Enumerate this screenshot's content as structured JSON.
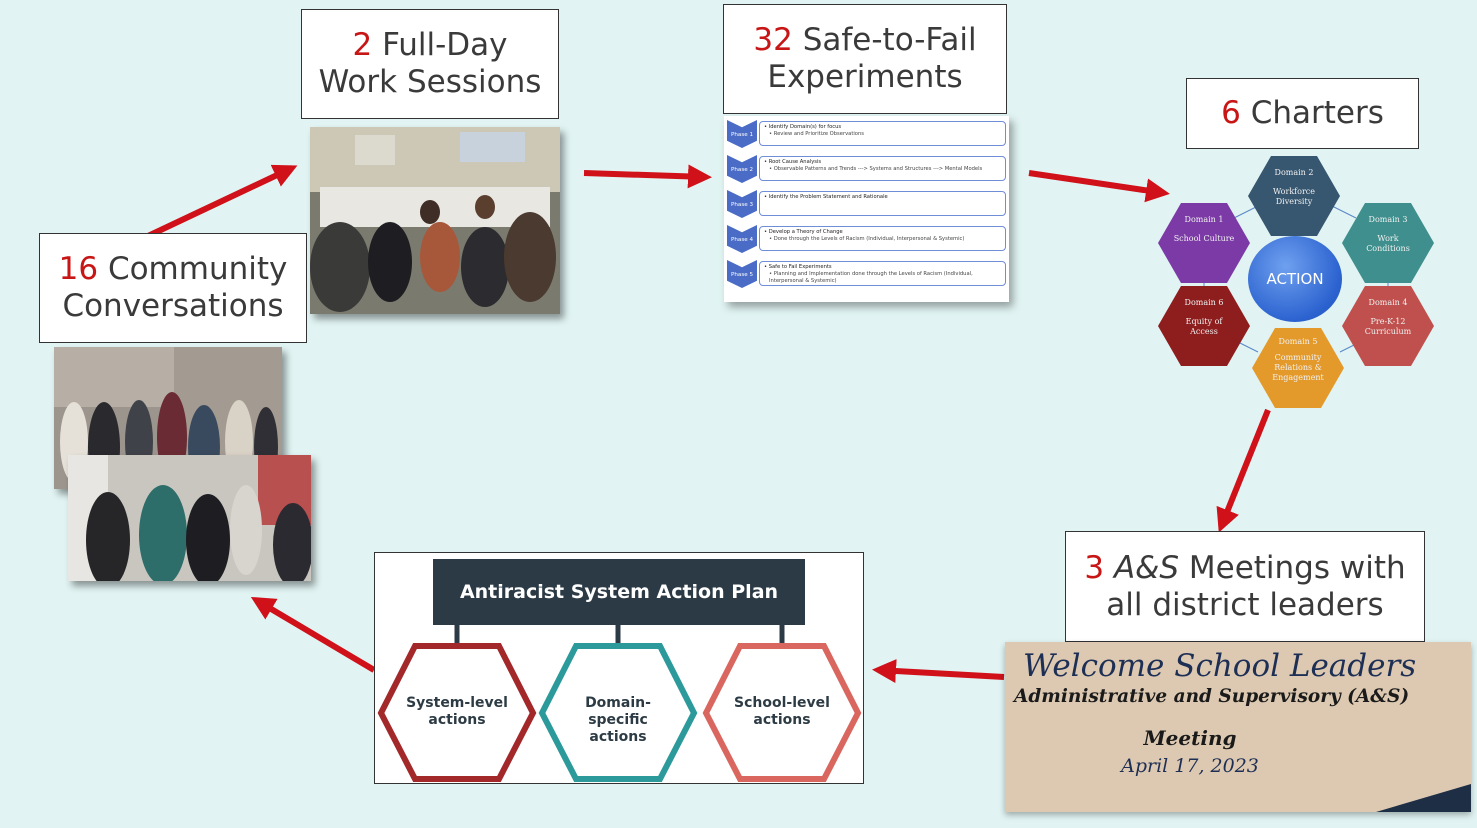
{
  "steps": {
    "community": {
      "num": "16",
      "line1": "Community",
      "line2": "Conversations"
    },
    "workdays": {
      "num": "2",
      "line1": "Full-Day",
      "line2": "Work Sessions"
    },
    "experiments": {
      "num": "32",
      "line1": "Safe-to-Fail",
      "line2": "Experiments"
    },
    "charters": {
      "num": "6",
      "text": "Charters"
    },
    "meetings": {
      "num": "3",
      "em": "A&S",
      "line1": "Meetings with",
      "line2": "all district leaders"
    }
  },
  "phases": [
    {
      "label": "Phase 1",
      "title": "• Identify Domain(s) for focus",
      "sub": "• Review and Prioritize Observations"
    },
    {
      "label": "Phase 2",
      "title": "• Root Cause Analysis",
      "sub": "• Observable Patterns and Trends ---> Systems and Structures ---> Mental Models"
    },
    {
      "label": "Phase 3",
      "title": "• Identify the Problem Statement and Rationale",
      "sub": ""
    },
    {
      "label": "Phase 4",
      "title": "• Develop a Theory of Change",
      "sub": "• Done through the Levels of Racism (Individual, Interpersonal & Systemic)"
    },
    {
      "label": "Phase 5",
      "title": "• Safe to Fail Experiments",
      "sub": "• Planning and Implementation done through the Levels of Racism (Individual, Interpersonal & Systemic)"
    }
  ],
  "domains": {
    "center": "ACTION",
    "d1": {
      "head": "Domain 1",
      "body": "School Culture"
    },
    "d2": {
      "head": "Domain 2",
      "body1": "Workforce",
      "body2": "Diversity"
    },
    "d3": {
      "head": "Domain 3",
      "body1": "Work",
      "body2": "Conditions"
    },
    "d4": {
      "head": "Domain 4",
      "body1": "Pre-K-12",
      "body2": "Curriculum"
    },
    "d5": {
      "head": "Domain 5",
      "body1": "Community",
      "body2": "Relations &",
      "body3": "Engagement"
    },
    "d6": {
      "head": "Domain 6",
      "body1": "Equity of",
      "body2": "Access"
    },
    "colors": {
      "d1": "#7b3aa6",
      "d2": "#37566f",
      "d3": "#3e8f8d",
      "d4": "#c0504d",
      "d5": "#e49a2b",
      "d6": "#8e1e1e"
    }
  },
  "plan": {
    "title": "Antiracist System Action Plan",
    "items": [
      {
        "line1": "System-level",
        "line2": "actions",
        "color": "#a3282a"
      },
      {
        "line1": "Domain-specific",
        "line2": "actions",
        "color": "#2c9a9b"
      },
      {
        "line1": "School-level",
        "line2": "actions",
        "color": "#d9675f"
      }
    ]
  },
  "welcome": {
    "title": "Welcome School Leaders",
    "subtitle": "Administrative and Supervisory (A&S)",
    "meeting": "Meeting",
    "date": "April 17, 2023"
  },
  "colors": {
    "accent": "#c81515",
    "background": "#e1f4f3",
    "arrow": "#d0111a"
  }
}
